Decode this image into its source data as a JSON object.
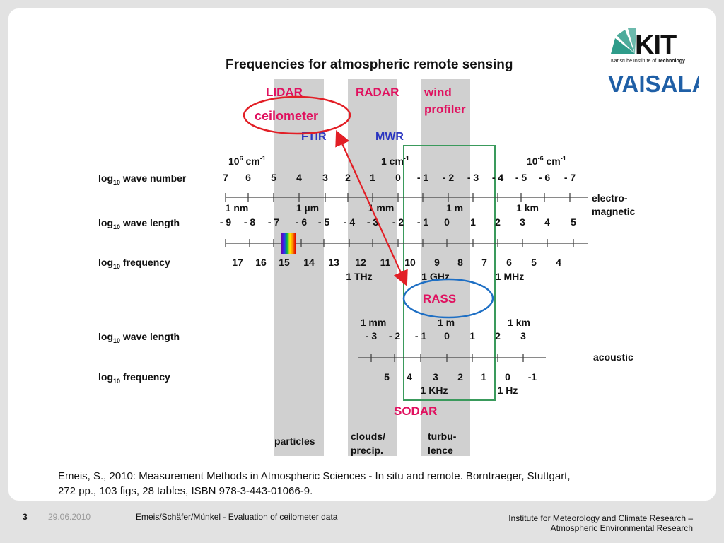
{
  "slide": {
    "title": "Frequencies for atmospheric remote sensing",
    "citation_line1": "Emeis, S., 2010: Measurement Methods in Atmospheric Sciences - In situ and remote. Borntraeger, Stuttgart,",
    "citation_line2": "272 pp., 103 figs, 28 tables, ISBN 978-3-443-01066-9."
  },
  "logo": {
    "kit": "KIT",
    "kit_subtitle_a": "Karlsruhe Institute of ",
    "kit_subtitle_b": "Technology",
    "vaisala": "VAISALA"
  },
  "diagram": {
    "instruments": {
      "lidar": "LIDAR",
      "radar": "RADAR",
      "wind_profiler_1": "wind",
      "wind_profiler_2": "profiler",
      "ceilometer": "ceilometer",
      "ftir": "FTIR",
      "mwr": "MWR",
      "rass": "RASS",
      "sodar": "SODAR"
    },
    "row_labels": {
      "em_wave_number": "wave number",
      "em_wave_length": "wave length",
      "em_frequency": "frequency",
      "ac_wave_length": "wave length",
      "ac_frequency": "frequency",
      "log": "log",
      "log_sub": "10"
    },
    "side_labels": {
      "electro": "electro-",
      "magnetic": "magnetic",
      "acoustic": "acoustic"
    },
    "wave_number": {
      "units": [
        "10",
        "cm",
        "1 cm",
        "10",
        "cm"
      ],
      "unit_exp": [
        "6",
        "-1",
        "-1",
        "-6",
        "-1"
      ],
      "ticks": [
        "7",
        "6",
        "5",
        "4",
        "3",
        "2",
        "1",
        "0",
        "- 1",
        "- 2",
        "- 3",
        "- 4",
        "- 5",
        "- 6",
        "- 7"
      ]
    },
    "em_wave_length": {
      "units": [
        "1 nm",
        "1 µm",
        "1 mm",
        "1 m",
        "1 km"
      ],
      "ticks": [
        "- 9",
        "- 8",
        "- 7",
        "- 6",
        "- 5",
        "- 4",
        "- 3",
        "- 2",
        "- 1",
        "0",
        "1",
        "2",
        "3",
        "4",
        "5"
      ]
    },
    "em_frequency": {
      "ticks": [
        "17",
        "16",
        "15",
        "14",
        "13",
        "12",
        "11",
        "10",
        "9",
        "8",
        "7",
        "6",
        "5",
        "4"
      ],
      "units": [
        "1 THz",
        "1 GHz",
        "1 MHz"
      ]
    },
    "ac_wave_length": {
      "units": [
        "1 mm",
        "1 m",
        "1 km"
      ],
      "ticks": [
        "- 3",
        "- 2",
        "- 1",
        "0",
        "1",
        "2",
        "3"
      ]
    },
    "ac_frequency": {
      "ticks": [
        "5",
        "4",
        "3",
        "2",
        "1",
        "0",
        "-1"
      ],
      "units": [
        "1 KHz",
        "1 Hz"
      ]
    },
    "bands": {
      "particles": "particles",
      "clouds_1": "clouds/",
      "clouds_2": "precip.",
      "turb_1": "turbu-",
      "turb_2": "lence"
    },
    "colors": {
      "instrument_red": "#e0115f",
      "instrument_blue": "#2a35c0",
      "band_gray": "#d0d0d0",
      "green_box": "#3a9a5c",
      "red_ellipse": "#e21f26",
      "blue_ellipse": "#1e6fc4"
    }
  },
  "footer": {
    "page": "3",
    "date": "29.06.2010",
    "talk": "Emeis/Schäfer/Münkel - Evaluation of ceilometer data",
    "inst_line1": "Institute for Meteorology and Climate Research –",
    "inst_line2": "Atmospheric Environmental Research"
  }
}
